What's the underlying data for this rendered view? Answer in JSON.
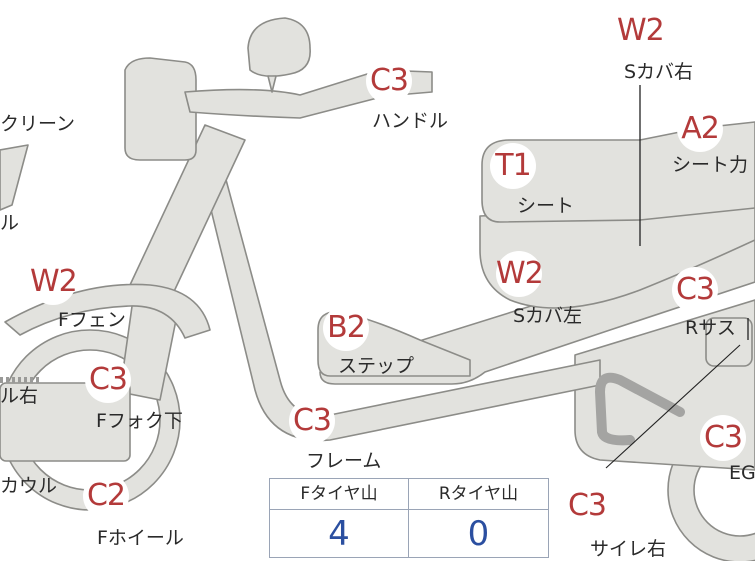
{
  "parts": [
    {
      "id": "screen",
      "grade": "",
      "label": "クリーン"
    },
    {
      "id": "panel-left",
      "grade": "",
      "label": "ル"
    },
    {
      "id": "handle",
      "grade": "C3",
      "label": "ハンドル"
    },
    {
      "id": "scover-right",
      "grade": "W2",
      "label": "Sカバ右"
    },
    {
      "id": "seat-cover",
      "grade": "A2",
      "label": "シート力"
    },
    {
      "id": "seat",
      "grade": "T1",
      "label": "シート"
    },
    {
      "id": "f-fender",
      "grade": "W2",
      "label": "Fフェン"
    },
    {
      "id": "scover-left",
      "grade": "W2",
      "label": "Sカバ左"
    },
    {
      "id": "r-sus",
      "grade": "C3",
      "label": "Rサス"
    },
    {
      "id": "step",
      "grade": "B2",
      "label": "ステップ"
    },
    {
      "id": "side-right",
      "grade": "",
      "label": "ル右"
    },
    {
      "id": "f-fork-lower",
      "grade": "C3",
      "label": "Fフォク下"
    },
    {
      "id": "frame",
      "grade": "C3",
      "label": "フレーム"
    },
    {
      "id": "eg",
      "grade": "C3",
      "label": "EG"
    },
    {
      "id": "cowl",
      "grade": "",
      "label": "カウル"
    },
    {
      "id": "f-wheel",
      "grade": "C2",
      "label": "Fホイール"
    },
    {
      "id": "muffler-right",
      "grade": "C3",
      "label": "サイレ右"
    }
  ],
  "tire": {
    "front_header": "Fタイヤ山",
    "rear_header": "Rタイヤ山",
    "front_value": "4",
    "rear_value": "0"
  }
}
